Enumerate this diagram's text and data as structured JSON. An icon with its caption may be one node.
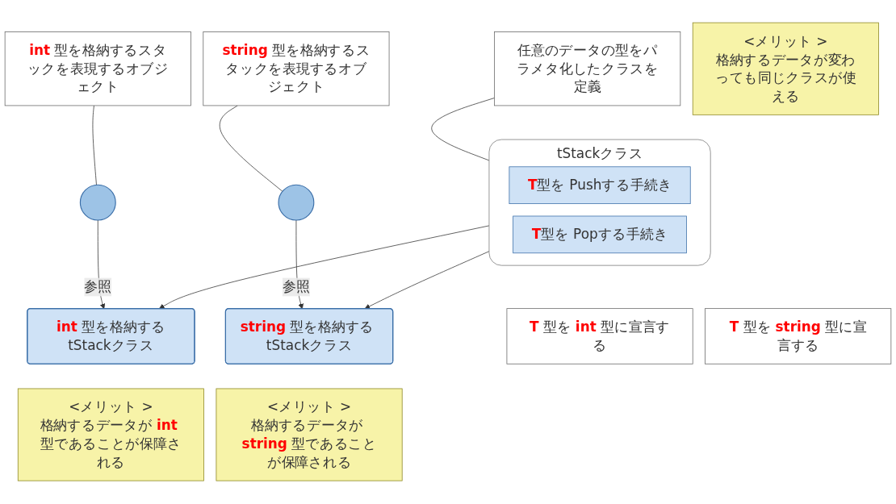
{
  "diagram": {
    "nodes": [
      {
        "text": [
          "tStackクラス"
        ]
      },
      {
        "text": [
          "**T**型を Pushする手続き"
        ],
        "in": 0
      },
      {
        "text": [
          "**T**型を Popする手続き"
        ],
        "in": 0
      },
      {
        "text": [
          "**int** 型を格納するtStackクラス"
        ]
      },
      {
        "text": [
          "**string** 型を格納する tStackクラス"
        ]
      },
      {
        "text": [],
        "shape": "circle"
      },
      {
        "text": [],
        "shape": "circle"
      },
      {
        "text": [
          "任意のデータの型をパラメタ化したクラスを定義"
        ]
      },
      {
        "text": [
          "**T** 型を **int** 型に宣言する"
        ]
      },
      {
        "text": [
          "**T** 型を **string** 型に宣言する"
        ]
      },
      {
        "text": [
          "**int** 型を格納するスタックを表現するオブジェクト"
        ]
      },
      {
        "text": [
          "**string** 型を格納するスタックを表現するオブジェクト"
        ]
      },
      {
        "text": [
          "<メリット >",
          "格納するデータが変わっても同じクラスが使える"
        ]
      },
      {
        "text": [
          "<メリット >",
          "格納するデータが **int** 型であることが保障される"
        ]
      },
      {
        "text": [
          "<メリット >",
          "格納するデータが **string** 型であることが保障される"
        ]
      }
    ],
    "edges": [
      {
        "from": 7,
        "to": 0,
        "arrow": "none"
      },
      {
        "from": 0,
        "to": 3,
        "arrow": "to"
      },
      {
        "from": 0,
        "to": 4,
        "arrow": "to"
      },
      {
        "from": 5,
        "to": 3,
        "arrow": "to",
        "label": "参照"
      },
      {
        "from": 6,
        "to": 4,
        "arrow": "to",
        "label": "参照"
      },
      {
        "from": 10,
        "to": 5,
        "arrow": "none"
      },
      {
        "from": 11,
        "to": 6,
        "arrow": "none"
      }
    ]
  }
}
